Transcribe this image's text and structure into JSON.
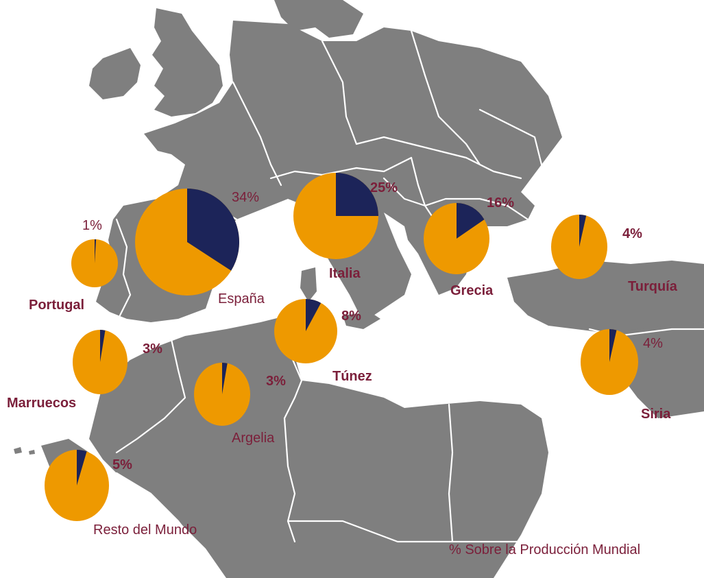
{
  "map": {
    "legend_note": "% Sobre la Producción Mundial",
    "colors": {
      "land": "#7f7f7f",
      "sea": "#ffffff",
      "share": "#1c2459",
      "rest": "#ee9900",
      "label": "#7b1f3a"
    },
    "countries": [
      {
        "id": "espana",
        "name": "España",
        "share": 34
      },
      {
        "id": "italia",
        "name": "Italia",
        "share": 25
      },
      {
        "id": "grecia",
        "name": "Grecia",
        "share": 16
      },
      {
        "id": "tunez",
        "name": "Túnez",
        "share": 8
      },
      {
        "id": "resto",
        "name": "Resto del Mundo",
        "share": 5
      },
      {
        "id": "turquia",
        "name": "Turquía",
        "share": 4
      },
      {
        "id": "siria",
        "name": "Siria",
        "share": 4
      },
      {
        "id": "marruecos",
        "name": "Marruecos",
        "share": 3
      },
      {
        "id": "argelia",
        "name": "Argelia",
        "share": 3
      },
      {
        "id": "portugal",
        "name": "Portugal",
        "share": 1
      }
    ],
    "pct_labels": {
      "espana": "34%",
      "italia": "25%",
      "grecia": "16%",
      "tunez": "8%",
      "resto": "5%",
      "turquia": "4%",
      "siria": "4%",
      "marruecos": "3%",
      "argelia": "3%",
      "portugal": "1%"
    }
  }
}
